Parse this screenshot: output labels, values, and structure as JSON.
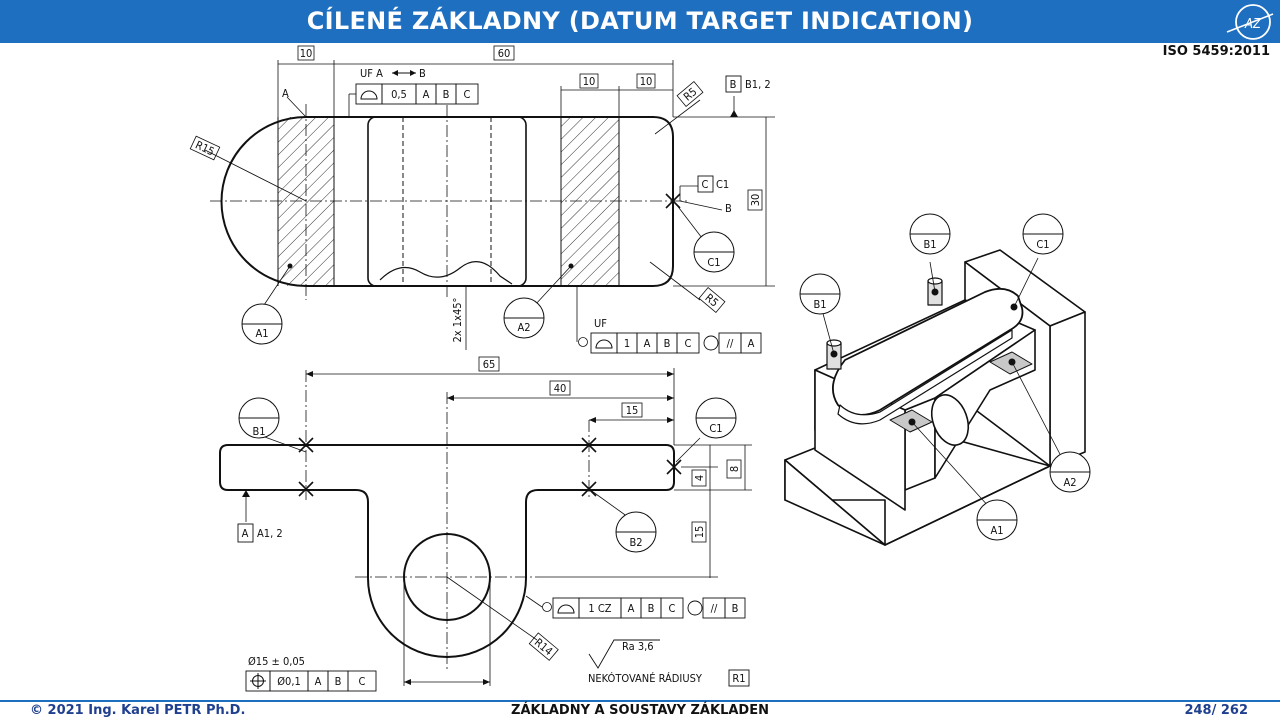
{
  "header": {
    "title": "CÍLENÉ ZÁKLADNY (DATUM TARGET INDICATION)",
    "logo_text": "AZ"
  },
  "standard": "ISO 5459:2011",
  "footer": {
    "copyright": "© 2021  Ing. Karel PETR Ph.D.",
    "section": "ZÁKLADNY A SOUSTAVY ZÁKLADEN",
    "page": "248/ 262"
  },
  "top_view": {
    "dim_10_left": "10",
    "dim_60": "60",
    "dim_10_a": "10",
    "dim_10_b": "10",
    "dim_30": "30",
    "r15": "R15",
    "r5_top": "R5",
    "r5_bottom": "R5",
    "chamfer": "2x 1x45°",
    "label_a": "A",
    "label_b": "B",
    "uf_top": "UF  A",
    "uf_top_b": "B",
    "uf_bottom": "UF",
    "fcf_top": [
      "0,5",
      "A",
      "B",
      "C"
    ],
    "fcf_bottom": [
      "1",
      "A",
      "B",
      "C",
      "//",
      "A"
    ],
    "datum_b_ref": "B",
    "datum_b_targets": "B1, 2",
    "datum_c_ref": "C",
    "datum_c_target": "C1",
    "target_a1": "A1",
    "target_a2": "A2",
    "target_c1": "C1"
  },
  "front_view": {
    "dim_65": "65",
    "dim_40": "40",
    "dim_15_top": "15",
    "dim_8": "8",
    "dim_4": "4",
    "dim_15_right": "15",
    "r14": "R14",
    "dia_tol": "Ø15 ± 0,05",
    "fcf_pos": [
      "Ø0,1",
      "A",
      "B",
      "C"
    ],
    "fcf_profile": [
      "1 CZ",
      "A",
      "B",
      "C",
      "//",
      "B"
    ],
    "roughness": "Ra 3,6",
    "note": "NEKÓTOVANÉ RÁDIUSY",
    "note_ref": "R1",
    "datum_a_ref": "A",
    "datum_a_targets": "A1, 2",
    "target_b1": "B1",
    "target_b2": "B2",
    "target_c1": "C1"
  },
  "iso_view": {
    "target_b1_left": "B1",
    "target_b1_top": "B1",
    "target_c1": "C1",
    "target_a1": "A1",
    "target_a2": "A2"
  }
}
